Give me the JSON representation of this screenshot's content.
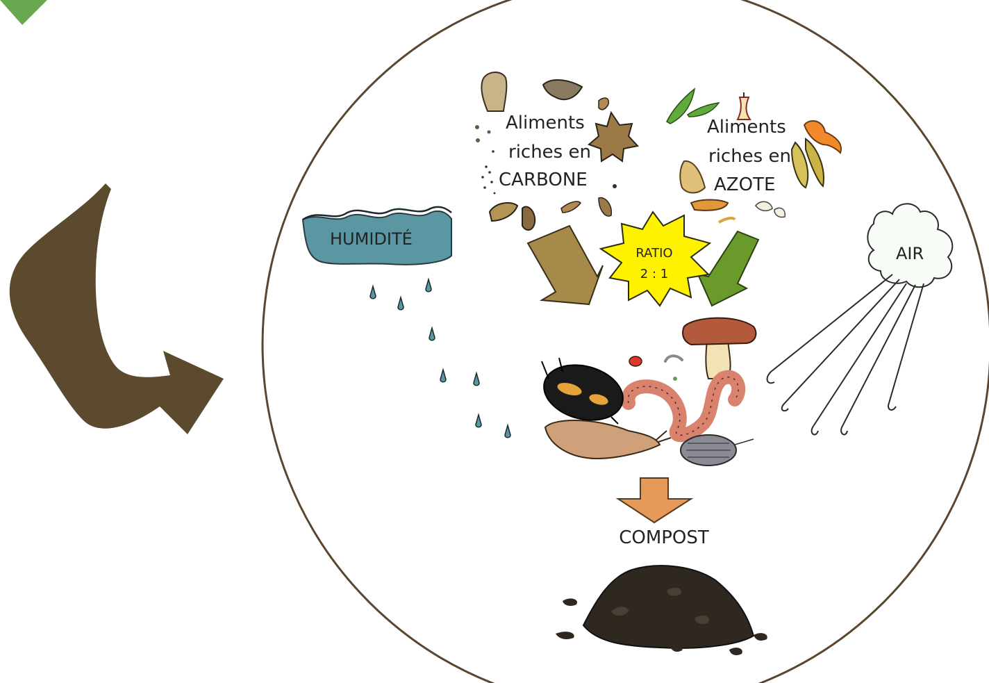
{
  "labels": {
    "carbon_line1": "Aliments",
    "carbon_line2": "riches en",
    "carbon_line3": "CARBONE",
    "nitrogen_line1": "Aliments",
    "nitrogen_line2": "riches en",
    "nitrogen_line3": "AZOTE",
    "humidity": "HUMIDITÉ",
    "ratio_line1": "RATIO",
    "ratio_line2": "2 : 1",
    "air": "AIR",
    "compost": "COMPOST"
  },
  "colors": {
    "circle_border": "#5a4630",
    "big_arrow": "#5c4a2e",
    "corner_triangle": "#6aa84f",
    "carbon_arrow": "#a58a4a",
    "nitrogen_arrow": "#6a9a2a",
    "ratio_star": "#fff200",
    "humidity_cloud": "#5b97a3",
    "compost_arrow": "#e59a5a",
    "compost_pile": "#2e2820",
    "worm": "#d9826e",
    "mushroom_cap": "#b45a3c"
  },
  "icons": [
    "leaf-icon",
    "apple-core-icon",
    "banana-peel-icon",
    "onion-icon",
    "beetle-icon",
    "slug-icon",
    "worm-icon",
    "mushroom-icon",
    "woodlouse-icon",
    "mite-icon",
    "raindrop-icon",
    "cloud-icon"
  ]
}
